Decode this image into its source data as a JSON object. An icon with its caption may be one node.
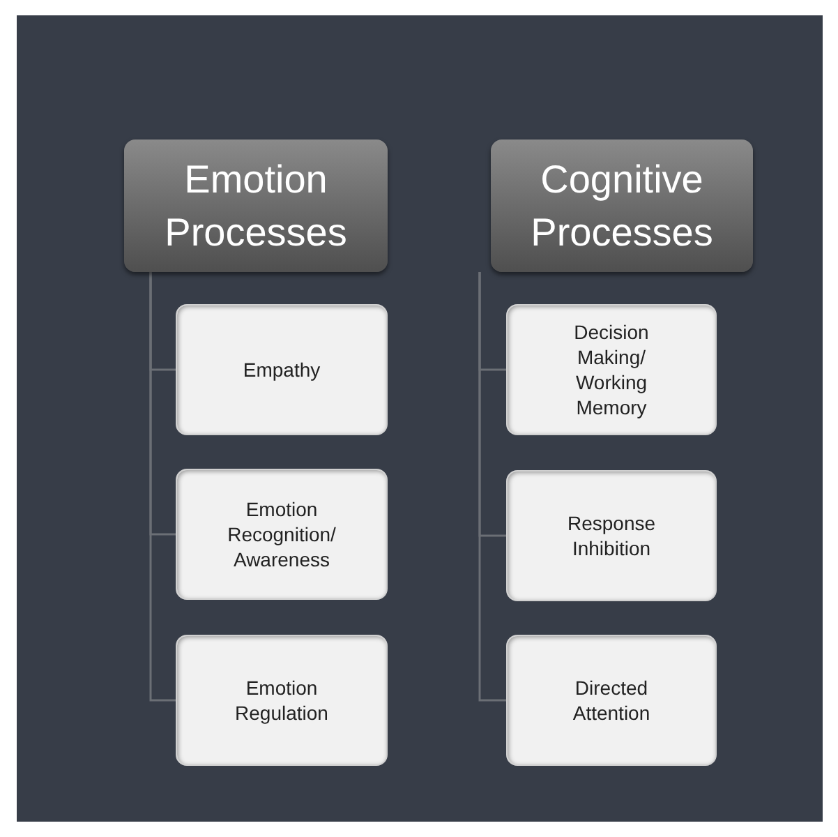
{
  "diagram": {
    "nodes": [
      {
        "text": [
          "Emotion Processes"
        ]
      },
      {
        "text": [
          "Empathy"
        ]
      },
      {
        "text": [
          "Emotion Recognition/ Awareness"
        ]
      },
      {
        "text": [
          "Emotion Regulation"
        ]
      },
      {
        "text": [
          "Cognitive Processes"
        ]
      },
      {
        "text": [
          "Decision Making/ Working Memory"
        ]
      },
      {
        "text": [
          "Response Inhibition"
        ]
      },
      {
        "text": [
          "Directed Attention"
        ]
      }
    ],
    "edges": [
      {
        "from": 0,
        "to": 1,
        "arrow": "none"
      },
      {
        "from": 0,
        "to": 2,
        "arrow": "none"
      },
      {
        "from": 0,
        "to": 3,
        "arrow": "none"
      },
      {
        "from": 4,
        "to": 5,
        "arrow": "none"
      },
      {
        "from": 4,
        "to": 6,
        "arrow": "none"
      },
      {
        "from": 4,
        "to": 7,
        "arrow": "none"
      }
    ]
  }
}
